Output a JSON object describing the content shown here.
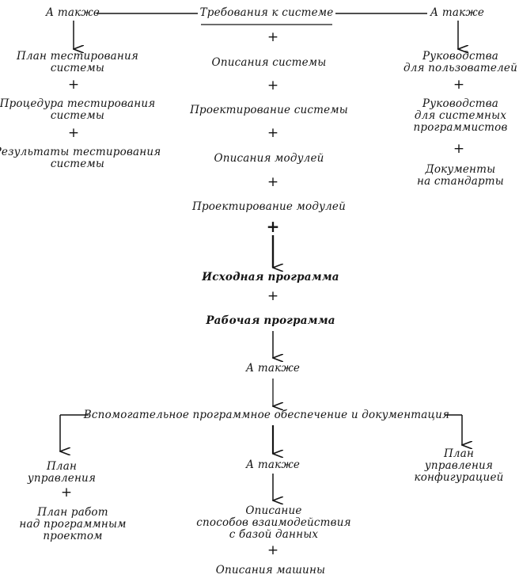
{
  "top": {
    "requirements": "Требования к системе",
    "also_left": "А также",
    "also_right": "А также"
  },
  "left_column": {
    "test_plan": "План тестирования\nсистемы",
    "test_procedure": "Процедура тестирования\nсистемы",
    "test_results": "Результаты тестирования\nсистемы"
  },
  "center_column": {
    "system_descriptions": "Описания системы",
    "system_design": "Проектирование системы",
    "module_descriptions": "Описания модулей",
    "module_design": "Проектирование модулей",
    "source_program": "Исходная программа",
    "working_program": "Рабочая программа",
    "also_middle": "А также"
  },
  "right_column": {
    "user_guides": "Руководства\nдля пользователей",
    "sysprog_guides": "Руководства\nдля системных\nпрограммистов",
    "standards_docs": "Документы\nна стандарты"
  },
  "support": {
    "heading": "Вспомогательное программное обеспечение и документация",
    "management_plan": "План\nуправления",
    "work_plan": "План работ\nнад программным\nпроектом",
    "also_bottom": "А также",
    "db_interaction": "Описание\nспособов взаимодействия\nс базой данных",
    "machine_descriptions": "Описания машины",
    "config_plan": "План\nуправления\nконфигурацией"
  },
  "symbols": {
    "plus": "+"
  }
}
